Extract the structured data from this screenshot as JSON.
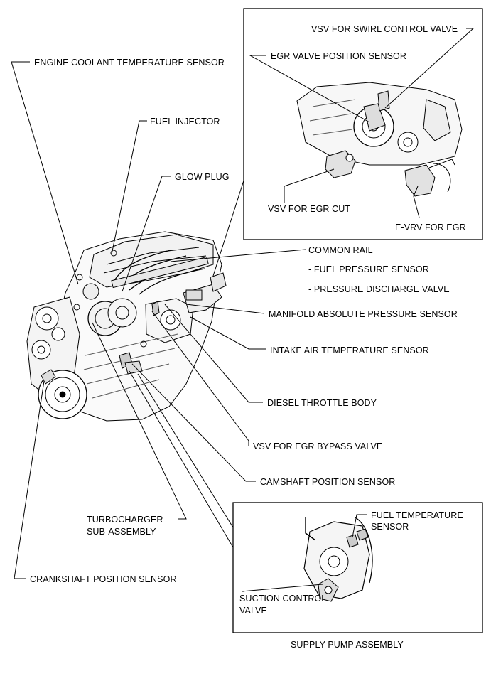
{
  "labels": {
    "engine_coolant_temp": "ENGINE COOLANT TEMPERATURE SENSOR",
    "fuel_injector": "FUEL INJECTOR",
    "glow_plug": "GLOW PLUG",
    "vsv_swirl": "VSV FOR SWIRL CONTROL VALVE",
    "egr_position": "EGR VALVE POSITION SENSOR",
    "vsv_egr_cut": "VSV FOR EGR CUT",
    "e_vrv": "E-VRV FOR EGR",
    "common_rail": "COMMON RAIL",
    "fuel_pressure": "- FUEL PRESSURE SENSOR",
    "pressure_discharge": "- PRESSURE DISCHARGE VALVE",
    "map_sensor": "MANIFOLD ABSOLUTE PRESSURE SENSOR",
    "iat_sensor": "INTAKE AIR TEMPERATURE SENSOR",
    "throttle_body": "DIESEL THROTTLE BODY",
    "vsv_bypass": "VSV FOR EGR BYPASS VALVE",
    "camshaft_sensor": "CAMSHAFT POSITION SENSOR",
    "turbo_line1": "TURBOCHARGER",
    "turbo_line2": "SUB-ASSEMBLY",
    "crankshaft_sensor": "CRANKSHAFT POSITION SENSOR",
    "fuel_temp_line1": "FUEL TEMPERATURE",
    "fuel_temp_line2": "SENSOR",
    "suction_line1": "SUCTION CONTROL",
    "suction_line2": "VALVE",
    "supply_pump": "SUPPLY PUMP ASSEMBLY"
  }
}
